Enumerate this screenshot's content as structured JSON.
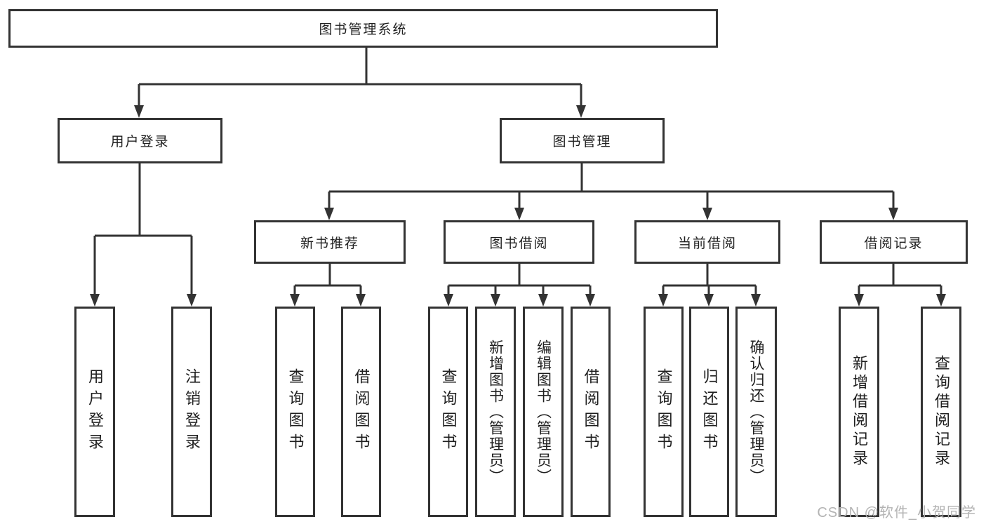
{
  "diagram": {
    "type": "hierarchy-tree",
    "line_color": "#333333",
    "text_color": "#1f1f1f",
    "background_color": "#ffffff"
  },
  "tree": {
    "root": {
      "label": "图书管理系统",
      "children": [
        {
          "label": "用户登录",
          "children": [
            {
              "label": "用户登录"
            },
            {
              "label": "注销登录"
            }
          ]
        },
        {
          "label": "图书管理",
          "children": [
            {
              "label": "新书推荐",
              "children": [
                {
                  "label": "查询图书"
                },
                {
                  "label": "借阅图书"
                }
              ]
            },
            {
              "label": "图书借阅",
              "children": [
                {
                  "label": "查询图书"
                },
                {
                  "label": "新增图书（管理员）"
                },
                {
                  "label": "编辑图书（管理员）"
                },
                {
                  "label": "借阅图书"
                }
              ]
            },
            {
              "label": "当前借阅",
              "children": [
                {
                  "label": "查询图书"
                },
                {
                  "label": "归还图书"
                },
                {
                  "label": "确认归还（管理员）"
                }
              ]
            },
            {
              "label": "借阅记录",
              "children": [
                {
                  "label": "新增借阅记录"
                },
                {
                  "label": "查询借阅记录"
                }
              ]
            }
          ]
        }
      ]
    }
  },
  "watermark": {
    "text": "CSDN @软件_小贺同学",
    "color": "#b3b3b3"
  }
}
